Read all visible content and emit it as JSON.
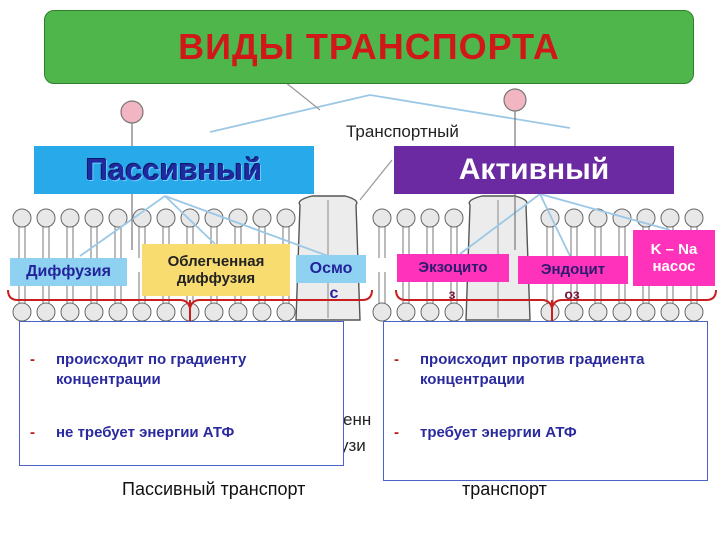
{
  "title": "ВИДЫ ТРАНСПОРТА",
  "categories": {
    "passive": "Пассивный",
    "active": "Активный"
  },
  "transport_word": "Транспортный",
  "passive_types": {
    "diffusion": "Диффузия",
    "facilitated_line1": "Облегченная",
    "facilitated_line2": "диффузия",
    "osmosis": "Осмо",
    "osmosis_tail": "с"
  },
  "active_types": {
    "exocytosis": "Экзоцито",
    "exocytosis_tail": "з",
    "endocytosis": "Эндоцит",
    "endocytosis_tail": "оз",
    "pump_line1": "K – Na",
    "pump_line2": "насос"
  },
  "passive_properties": {
    "dash": "-",
    "item1": "происходит по градиенту концентрации",
    "item2": "не требует энергии АТФ"
  },
  "active_properties": {
    "dash": "-",
    "item1": "происходит против градиента концентрации",
    "item2": "требует энергии АТФ"
  },
  "fragments": {
    "enn": "енн",
    "uzi": "узи"
  },
  "footer": {
    "left": "Пассивный транспорт",
    "right": "транспорт"
  },
  "colors": {
    "title_banner": "#4fb64c",
    "title_text": "#d01818",
    "passive_box": "#27a9ea",
    "active_box": "#6b2aa1",
    "passive_label": "#8ed1f0",
    "facilitated_label": "#f8dc70",
    "active_label": "#ff33bb",
    "bracket": "#c81e1e",
    "phospholipid_head": "#e8e8e8"
  }
}
